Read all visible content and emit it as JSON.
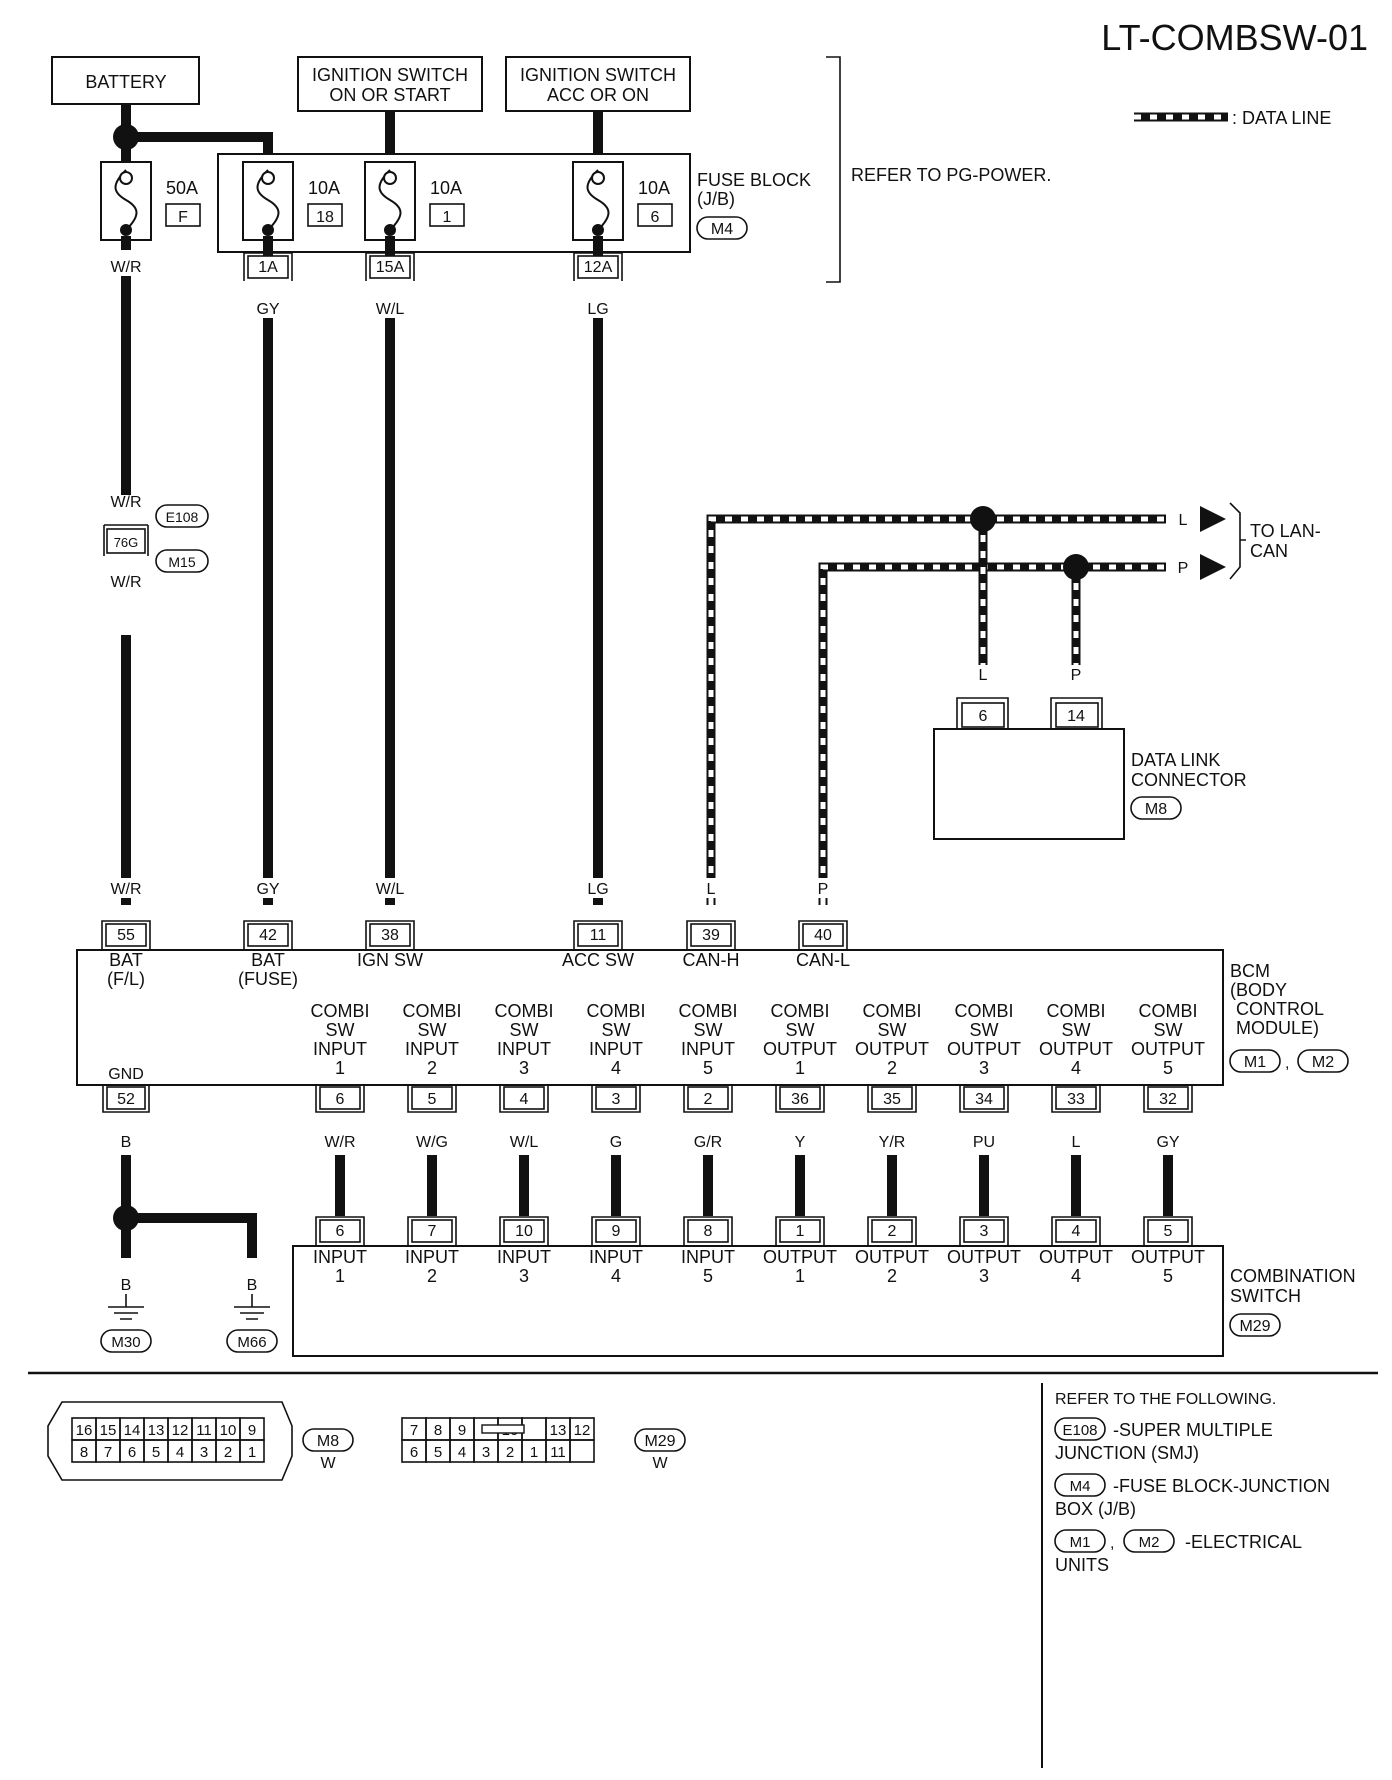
{
  "title": "LT-COMBSW-01",
  "legend": {
    "data_line": ": DATA LINE"
  },
  "sources": {
    "battery": "BATTERY",
    "ign_on_start": [
      "IGNITION SWITCH",
      "ON OR START"
    ],
    "ign_acc_on": [
      "IGNITION SWITCH",
      "ACC OR ON"
    ]
  },
  "fuse_block": {
    "label": [
      "FUSE BLOCK",
      "(J/B)"
    ],
    "connector": "M4",
    "refer": "REFER TO PG-POWER.",
    "fuses": [
      {
        "amp": "50A",
        "id": "F"
      },
      {
        "amp": "10A",
        "id": "18",
        "out_pin": "1A"
      },
      {
        "amp": "10A",
        "id": "1",
        "out_pin": "15A"
      },
      {
        "amp": "10A",
        "id": "6",
        "out_pin": "12A"
      }
    ]
  },
  "wire_colors": {
    "battery_top": "W/R",
    "fuse18": "GY",
    "fuse1": "W/L",
    "fuse6": "LG",
    "mid_upper": "W/R",
    "mid_lower": "W/R"
  },
  "joint_connector": {
    "pin": "76G",
    "c1": "E108",
    "c2": "M15"
  },
  "lan": {
    "label": [
      "TO LAN-",
      "CAN"
    ],
    "l": "L",
    "p": "P",
    "dlc_wire_l": "L",
    "dlc_wire_p": "P"
  },
  "dlc": {
    "pin_l": "6",
    "pin_p": "14",
    "label": [
      "DATA LINK",
      "CONNECTOR"
    ],
    "connector": "M8"
  },
  "bcm": {
    "label": [
      "BCM",
      "(BODY",
      "CONTROL",
      "MODULE)"
    ],
    "connectors": [
      "M1",
      "M2"
    ],
    "comma": ",",
    "top_pins": [
      {
        "wire": "W/R",
        "pin": "55",
        "label": [
          "BAT",
          "(F/L)"
        ]
      },
      {
        "wire": "GY",
        "pin": "42",
        "label": [
          "BAT",
          "(FUSE)"
        ]
      },
      {
        "wire": "W/L",
        "pin": "38",
        "label": [
          "IGN SW"
        ]
      },
      {
        "wire": "LG",
        "pin": "11",
        "label": [
          "ACC SW"
        ]
      },
      {
        "wire": "L",
        "pin": "39",
        "label": [
          "CAN-H"
        ]
      },
      {
        "wire": "P",
        "pin": "40",
        "label": [
          "CAN-L"
        ]
      }
    ],
    "gnd": {
      "label": "GND",
      "pin": "52",
      "wire": "B"
    },
    "combi_common": [
      "COMBI",
      "SW"
    ],
    "combi": [
      {
        "type": "INPUT",
        "num": "1",
        "pin": "6",
        "wire": "W/R"
      },
      {
        "type": "INPUT",
        "num": "2",
        "pin": "5",
        "wire": "W/G"
      },
      {
        "type": "INPUT",
        "num": "3",
        "pin": "4",
        "wire": "W/L"
      },
      {
        "type": "INPUT",
        "num": "4",
        "pin": "3",
        "wire": "G"
      },
      {
        "type": "INPUT",
        "num": "5",
        "pin": "2",
        "wire": "G/R"
      },
      {
        "type": "OUTPUT",
        "num": "1",
        "pin": "36",
        "wire": "Y"
      },
      {
        "type": "OUTPUT",
        "num": "2",
        "pin": "35",
        "wire": "Y/R"
      },
      {
        "type": "OUTPUT",
        "num": "3",
        "pin": "34",
        "wire": "PU"
      },
      {
        "type": "OUTPUT",
        "num": "4",
        "pin": "33",
        "wire": "L"
      },
      {
        "type": "OUTPUT",
        "num": "5",
        "pin": "32",
        "wire": "GY"
      }
    ]
  },
  "combination_switch": {
    "label": [
      "COMBINATION",
      "SWITCH"
    ],
    "connector": "M29",
    "pins": [
      {
        "pin": "6",
        "type": "INPUT",
        "num": "1"
      },
      {
        "pin": "7",
        "type": "INPUT",
        "num": "2"
      },
      {
        "pin": "10",
        "type": "INPUT",
        "num": "3"
      },
      {
        "pin": "9",
        "type": "INPUT",
        "num": "4"
      },
      {
        "pin": "8",
        "type": "INPUT",
        "num": "5"
      },
      {
        "pin": "1",
        "type": "OUTPUT",
        "num": "1"
      },
      {
        "pin": "2",
        "type": "OUTPUT",
        "num": "2"
      },
      {
        "pin": "3",
        "type": "OUTPUT",
        "num": "3"
      },
      {
        "pin": "4",
        "type": "OUTPUT",
        "num": "4"
      },
      {
        "pin": "5",
        "type": "OUTPUT",
        "num": "5"
      }
    ]
  },
  "grounds": [
    {
      "wire": "B",
      "connector": "M30"
    },
    {
      "wire": "B",
      "connector": "M66"
    }
  ],
  "connector_faces": {
    "m8": {
      "top": [
        "16",
        "15",
        "14",
        "13",
        "12",
        "11",
        "10",
        "9"
      ],
      "bottom": [
        "8",
        "7",
        "6",
        "5",
        "4",
        "3",
        "2",
        "1"
      ],
      "name": "M8",
      "color": "W"
    },
    "m29": {
      "top": [
        "7",
        "8",
        "9",
        "",
        "10",
        "",
        "13",
        "12"
      ],
      "bottom": [
        "6",
        "5",
        "4",
        "3",
        "2",
        "1",
        "11",
        ""
      ],
      "name": "M29",
      "color": "W"
    }
  },
  "refer": {
    "title": "REFER TO THE FOLLOWING.",
    "items": [
      {
        "conn": [
          "E108"
        ],
        "text": [
          "-SUPER MULTIPLE",
          "JUNCTION (SMJ)"
        ]
      },
      {
        "conn": [
          "M4"
        ],
        "text": [
          "-FUSE BLOCK-JUNCTION",
          "BOX (J/B)"
        ]
      },
      {
        "conn": [
          "M1",
          "M2"
        ],
        "text": [
          "-ELECTRICAL",
          "UNITS"
        ]
      }
    ],
    "comma": ","
  }
}
